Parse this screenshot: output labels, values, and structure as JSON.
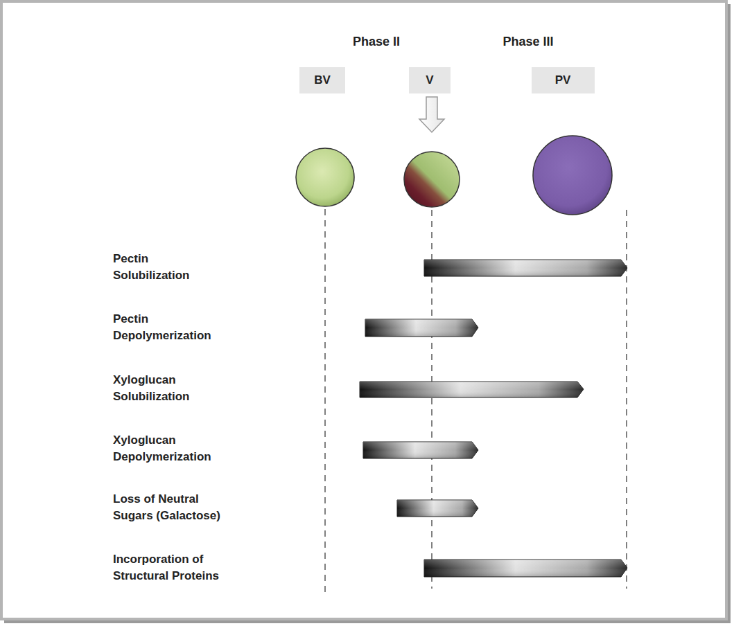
{
  "diagram": {
    "nodes": [
      {
        "text": [
          "BV"
        ]
      },
      {
        "text": [
          "V"
        ]
      },
      {
        "text": [
          "PV"
        ]
      }
    ],
    "labels": [
      "Phase II",
      "Phase III",
      "Pectin Solubilization",
      "Pectin Depolymerization",
      "Xyloglucan Solubilization",
      "Xyloglucan Depolymerization",
      "Loss of Neutral Sugars (Galactose)",
      "Incorporation of Structural Proteins"
    ]
  }
}
